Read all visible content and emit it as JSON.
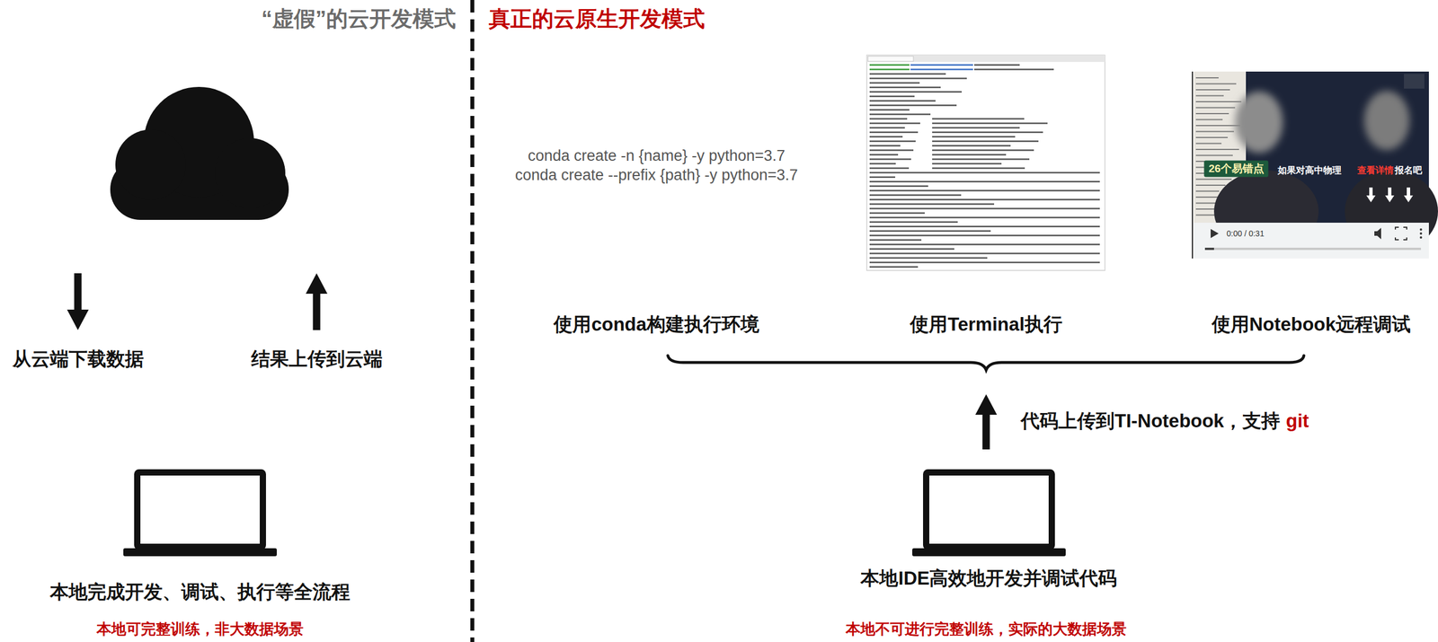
{
  "diagram": {
    "nodes": [
      {
        "text": [
          "本地完成开发、调试、执行等全流程"
        ]
      },
      {
        "text": [
          "本地IDE高效地开发并调试代码"
        ]
      }
    ],
    "labels": [
      "“虚假”的云开发模式",
      "真正的云原生开发模式",
      "从云端下载数据",
      "结果上传到云端",
      "本地可完整训练，非大数据场景",
      "conda create -n {name} -y python=3.7",
      "conda create --prefix {path} -y python=3.7",
      "26个易错点",
      "如果对高中物理",
      "查看详情",
      "报名吧",
      "0:00 / 0:31",
      "使用conda构建执行环境",
      "使用Terminal执行",
      "使用Notebook远程调试",
      "代码上传到TI-Notebook，支持",
      "git",
      "本地不可进行完整训练，实际的大数据场景"
    ]
  }
}
